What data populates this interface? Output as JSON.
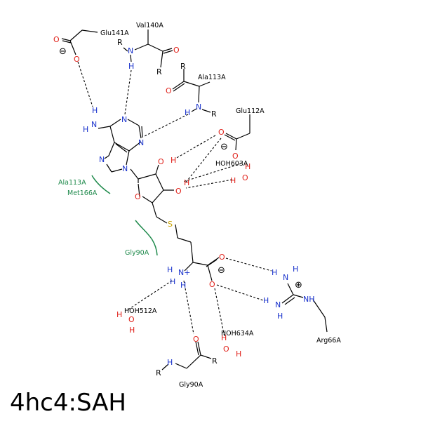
{
  "title": "4hc4:SAH",
  "colors": {
    "nitrogen": "#1a33cc",
    "oxygen": "#e0221b",
    "sulfur": "#c8a200",
    "hydrophobic": "#1f8a4c",
    "text": "#000000"
  },
  "residues": {
    "glu141": "Glu141A",
    "val140": "Val140A",
    "ala113_top": "Ala113A",
    "glu112": "Glu112A",
    "hoh603": "HOH603A",
    "ala113_hyd": "Ala113A",
    "met166": "Met166A",
    "gly90_hyd": "Gly90A",
    "hoh512": "HOH512A",
    "hoh634": "HOH634A",
    "arg66": "Arg66A",
    "gly90": "Gly90A"
  },
  "atoms": {
    "N": "N",
    "O": "O",
    "H": "H",
    "S": "S",
    "R": "R",
    "HN": "H",
    "NH": "NH",
    "Nplus": "N+"
  },
  "charges": {
    "minus": "⊖",
    "plus": "⊕"
  }
}
